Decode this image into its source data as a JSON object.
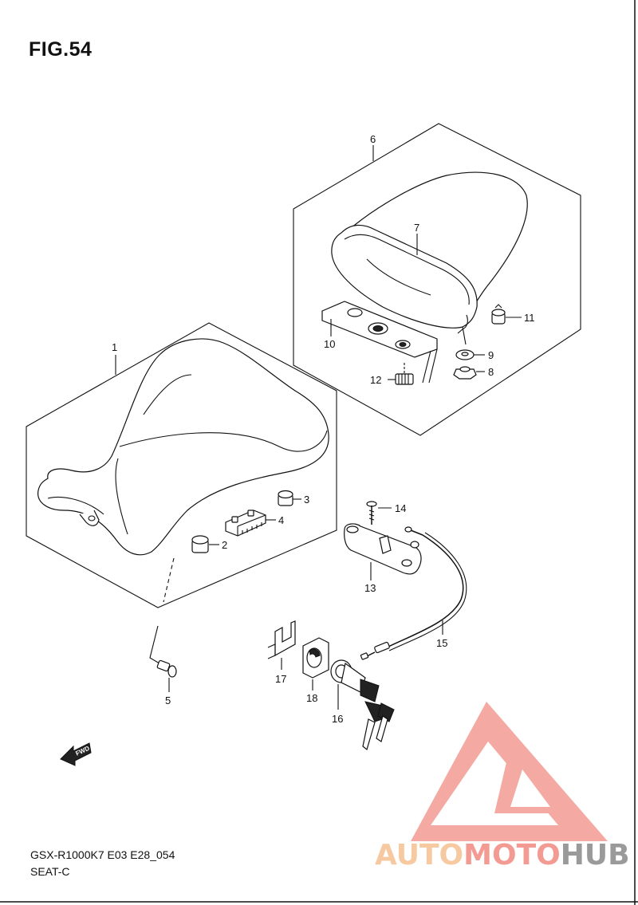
{
  "figure": {
    "title": "FIG.54",
    "model_code": "GSX-R1000K7 E03 E28_054",
    "section_name": "SEAT-C"
  },
  "callouts": [
    {
      "id": "1",
      "label": "1"
    },
    {
      "id": "2",
      "label": "2"
    },
    {
      "id": "3",
      "label": "3"
    },
    {
      "id": "4",
      "label": "4"
    },
    {
      "id": "5",
      "label": "5"
    },
    {
      "id": "6",
      "label": "6"
    },
    {
      "id": "7",
      "label": "7"
    },
    {
      "id": "8",
      "label": "8"
    },
    {
      "id": "9",
      "label": "9"
    },
    {
      "id": "10",
      "label": "10"
    },
    {
      "id": "11",
      "label": "11"
    },
    {
      "id": "12",
      "label": "12"
    },
    {
      "id": "13",
      "label": "13"
    },
    {
      "id": "14",
      "label": "14"
    },
    {
      "id": "15",
      "label": "15"
    },
    {
      "id": "16",
      "label": "16"
    },
    {
      "id": "17",
      "label": "17"
    },
    {
      "id": "18",
      "label": "18"
    }
  ],
  "direction_badge": {
    "label": "FWD"
  },
  "watermark": {
    "part1": "AUTO",
    "part2": "MOTO",
    "part3": "HUB",
    "colors": {
      "auto": "#f6c9a0",
      "moto": "#f39b93",
      "hub": "#9a9a9a",
      "logo": "#f39b93"
    }
  }
}
